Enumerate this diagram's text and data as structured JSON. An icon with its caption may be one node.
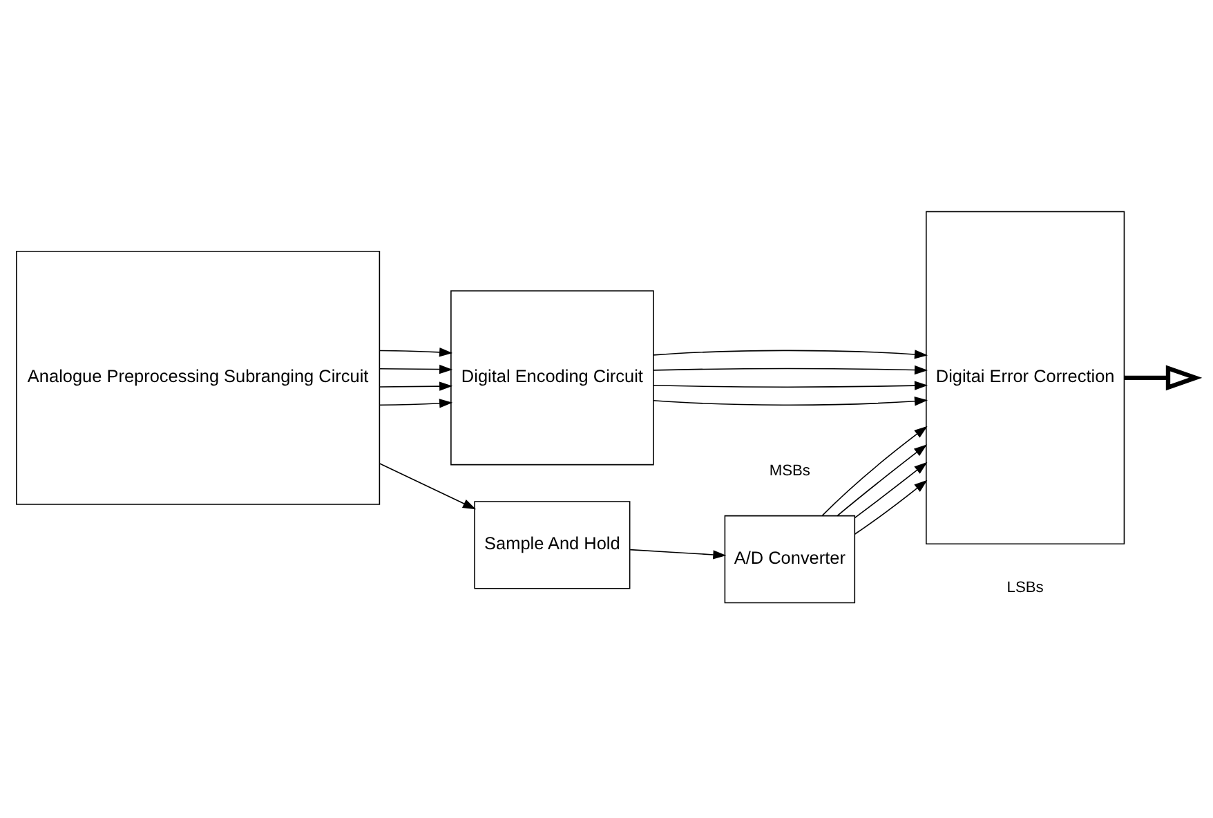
{
  "diagram": {
    "nodes": [
      {
        "text": [
          "Analogue Preprocessing Subranging Circuit"
        ]
      },
      {
        "text": [
          "Digital Encoding Circuit"
        ]
      },
      {
        "text": [
          "Sample And Hold"
        ]
      },
      {
        "text": [
          "A/D Converter"
        ]
      },
      {
        "text": [
          "Digitai Error Correction"
        ]
      }
    ],
    "edges": [
      {
        "from": 0,
        "to": 1,
        "arrow": "to"
      },
      {
        "from": 0,
        "to": 1,
        "arrow": "to"
      },
      {
        "from": 0,
        "to": 1,
        "arrow": "to"
      },
      {
        "from": 0,
        "to": 1,
        "arrow": "to"
      },
      {
        "from": 1,
        "to": 4,
        "arrow": "to"
      },
      {
        "from": 1,
        "to": 4,
        "arrow": "to"
      },
      {
        "from": 1,
        "to": 4,
        "arrow": "to"
      },
      {
        "from": 1,
        "to": 4,
        "arrow": "to"
      },
      {
        "from": 0,
        "to": 2,
        "arrow": "to"
      },
      {
        "from": 2,
        "to": 3,
        "arrow": "to"
      },
      {
        "from": 3,
        "to": 4,
        "arrow": "to"
      },
      {
        "from": 3,
        "to": 4,
        "arrow": "to"
      },
      {
        "from": 3,
        "to": 4,
        "arrow": "to"
      },
      {
        "from": 3,
        "to": 4,
        "arrow": "to"
      },
      {
        "from": 4,
        "to": null,
        "arrow": "to",
        "style": "thick"
      }
    ],
    "labels": [
      "MSBs",
      "LSBs"
    ]
  }
}
